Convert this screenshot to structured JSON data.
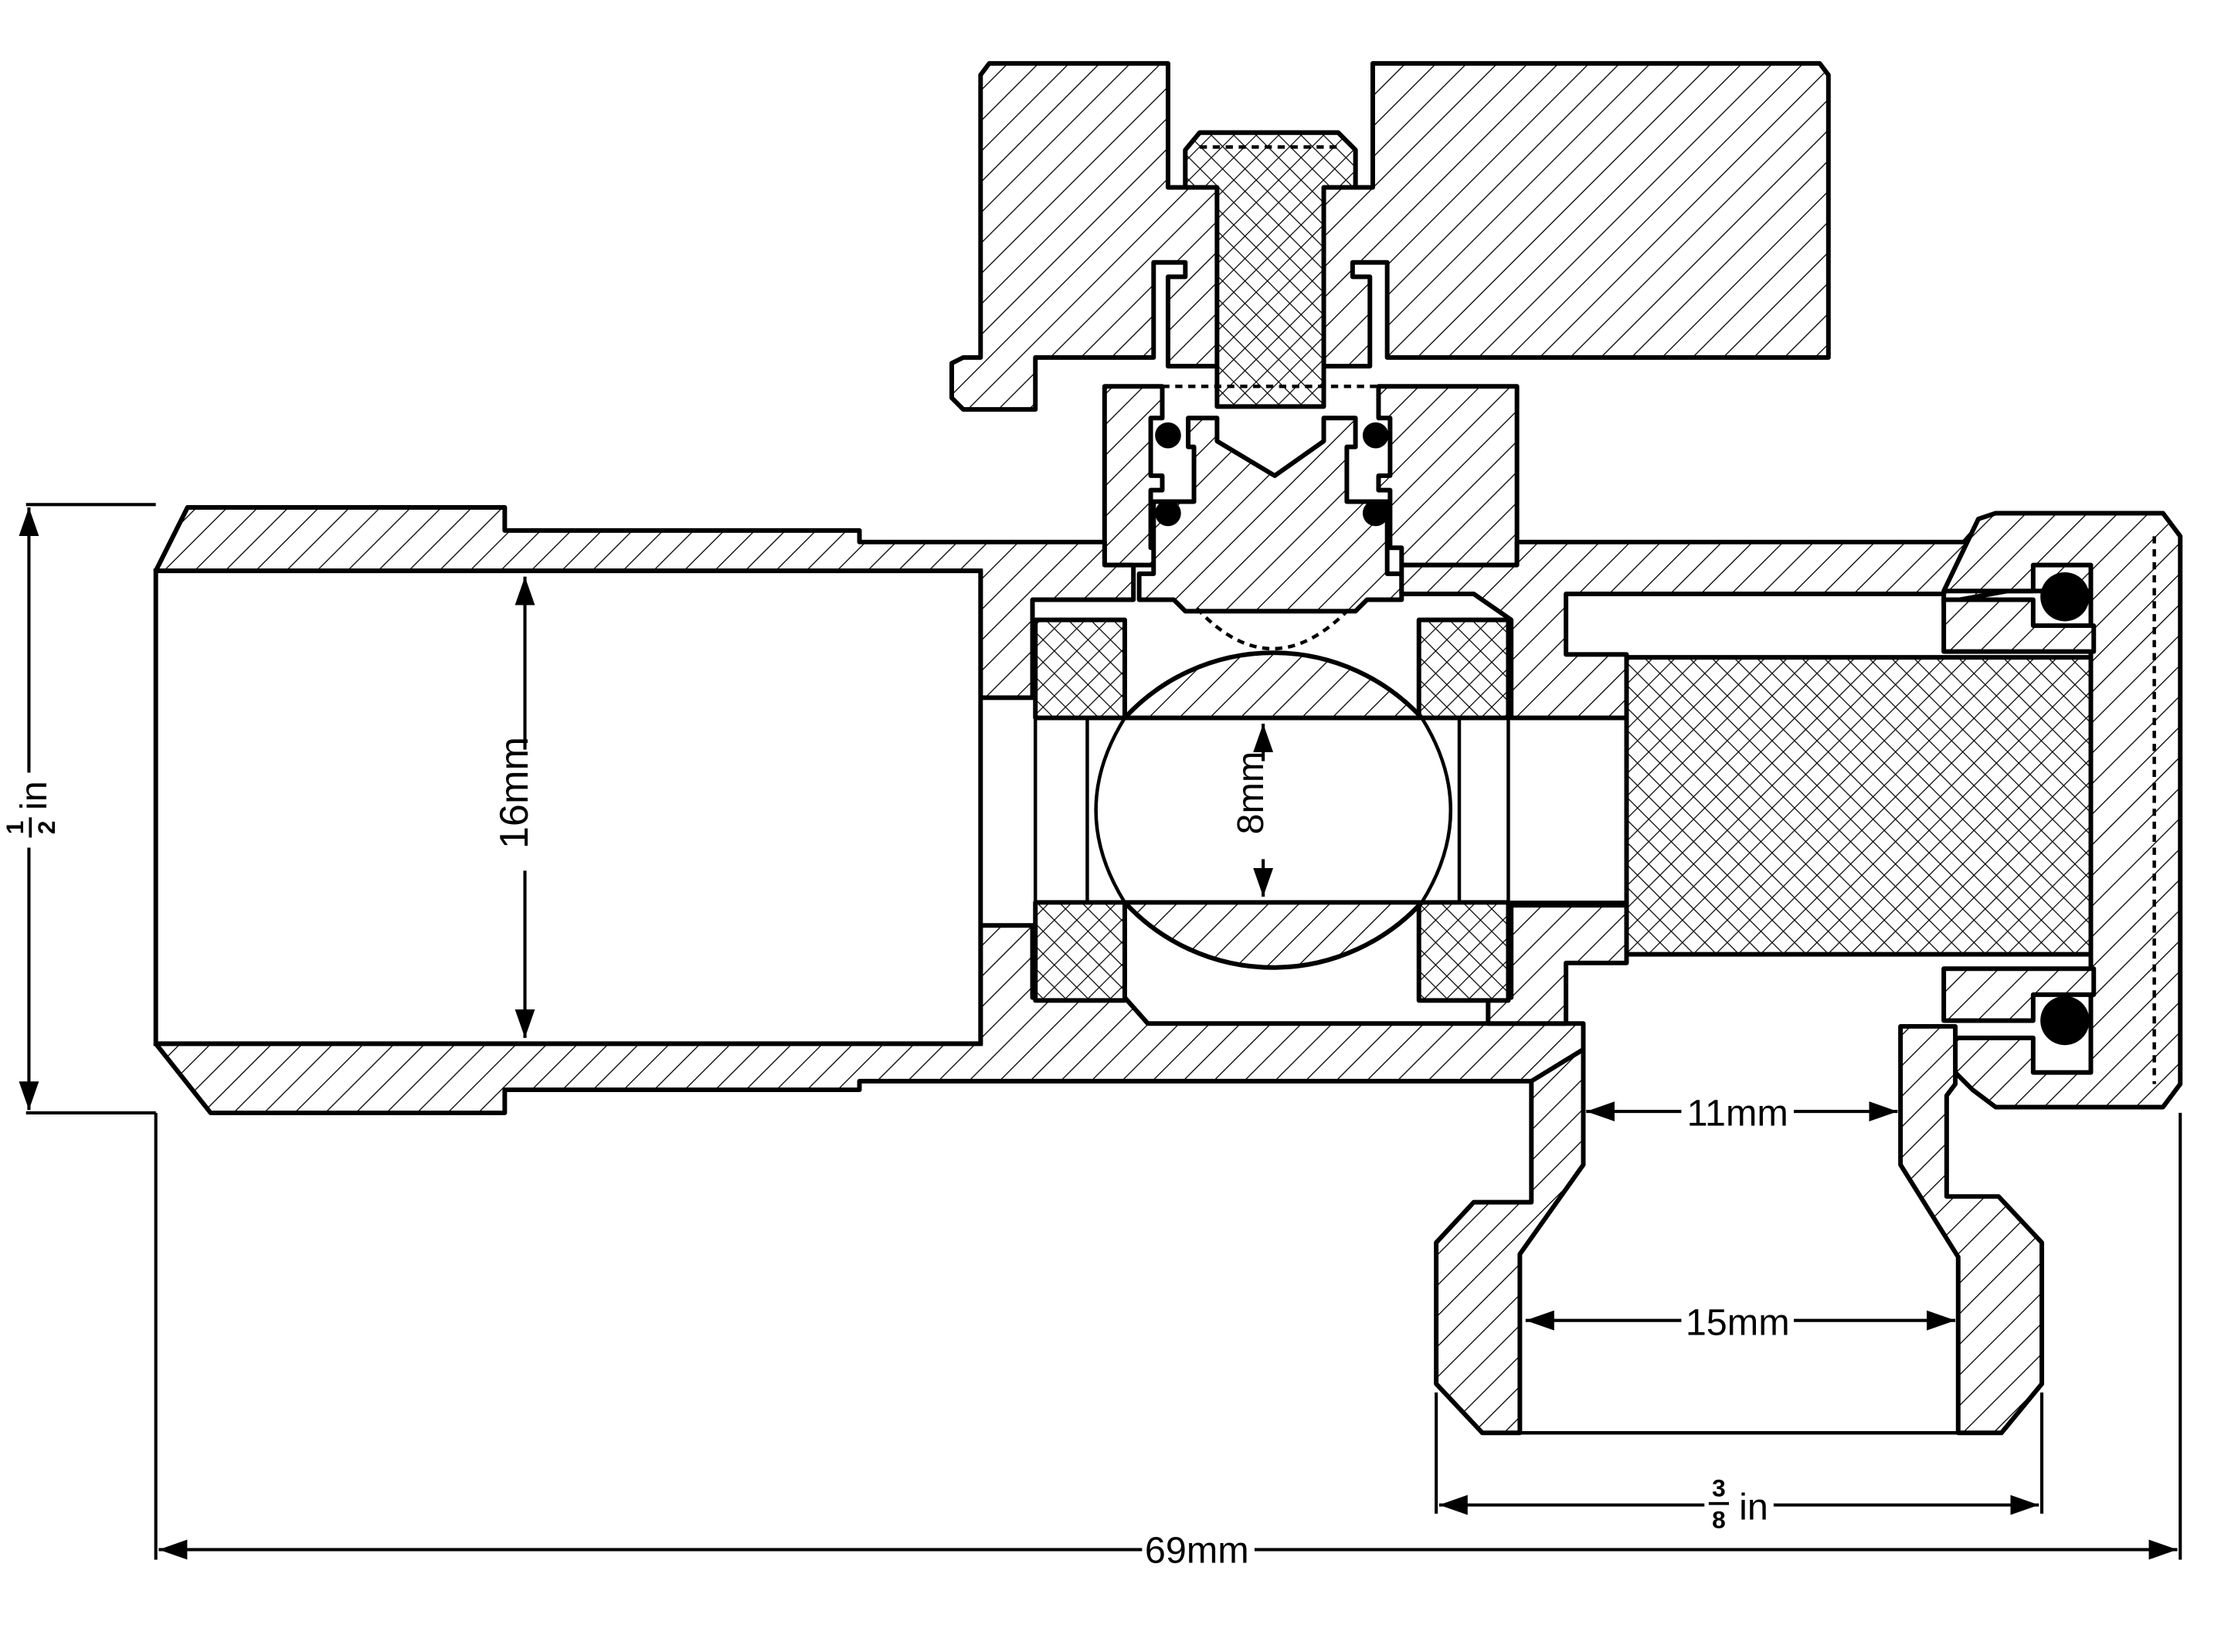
{
  "dimensions": {
    "half_inch": {
      "num": "1",
      "den": "2",
      "unit": "in"
    },
    "bore_16": "16mm",
    "ball_8": "8mm",
    "outlet_11": "11mm",
    "outlet_15": "15mm",
    "three_eighths": {
      "num": "3",
      "den": "8",
      "unit": "in"
    },
    "length_69": "69mm"
  },
  "colors": {
    "line": "#000000",
    "paper": "#ffffff"
  }
}
